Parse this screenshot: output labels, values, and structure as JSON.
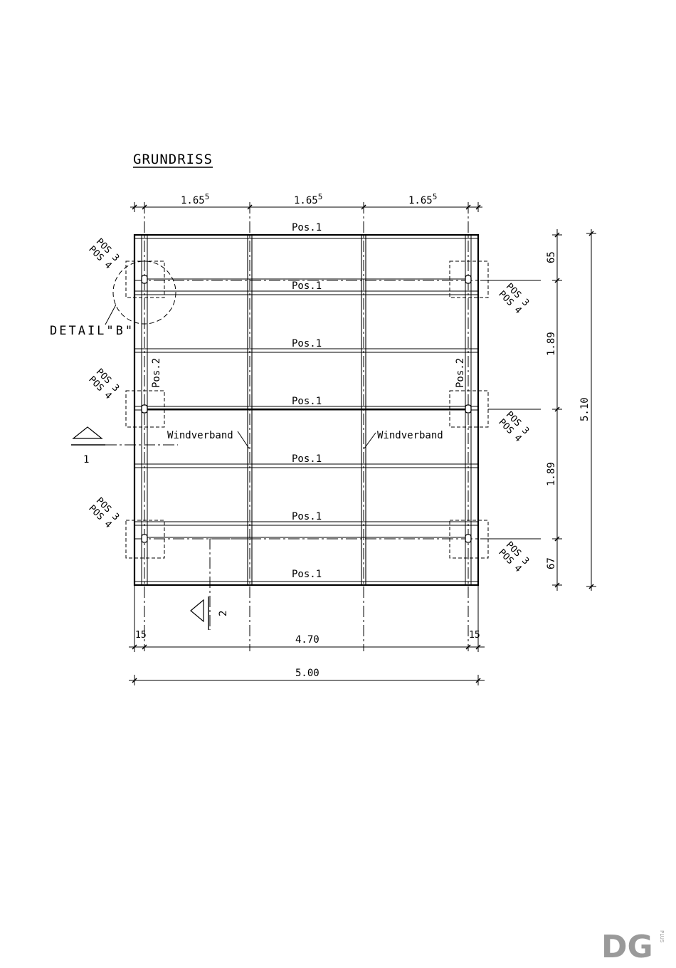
{
  "drawing": {
    "title": "GRUNDRISS",
    "detail_label": "DETAIL\"B\"",
    "pos1_label": "Pos.1",
    "pos2_label": "Pos.2",
    "pos3_label": "POS 3",
    "pos4_label": "POS 4",
    "windverband_label": "Windverband",
    "section_1_label": "1",
    "section_2_label": "2"
  },
  "dimensions": {
    "top": [
      {
        "main": "1.65",
        "sup": "5"
      },
      {
        "main": "1.65",
        "sup": "5"
      },
      {
        "main": "1.65",
        "sup": "5"
      }
    ],
    "bottom_left": "15",
    "bottom_middle": "4.70",
    "bottom_right": "15",
    "overall_width": "5.00",
    "right_chain": [
      "65",
      "1.89",
      "1.89",
      "67"
    ],
    "overall_height": "5.10"
  },
  "logo": {
    "text": "DG",
    "sub": "PLUS"
  }
}
